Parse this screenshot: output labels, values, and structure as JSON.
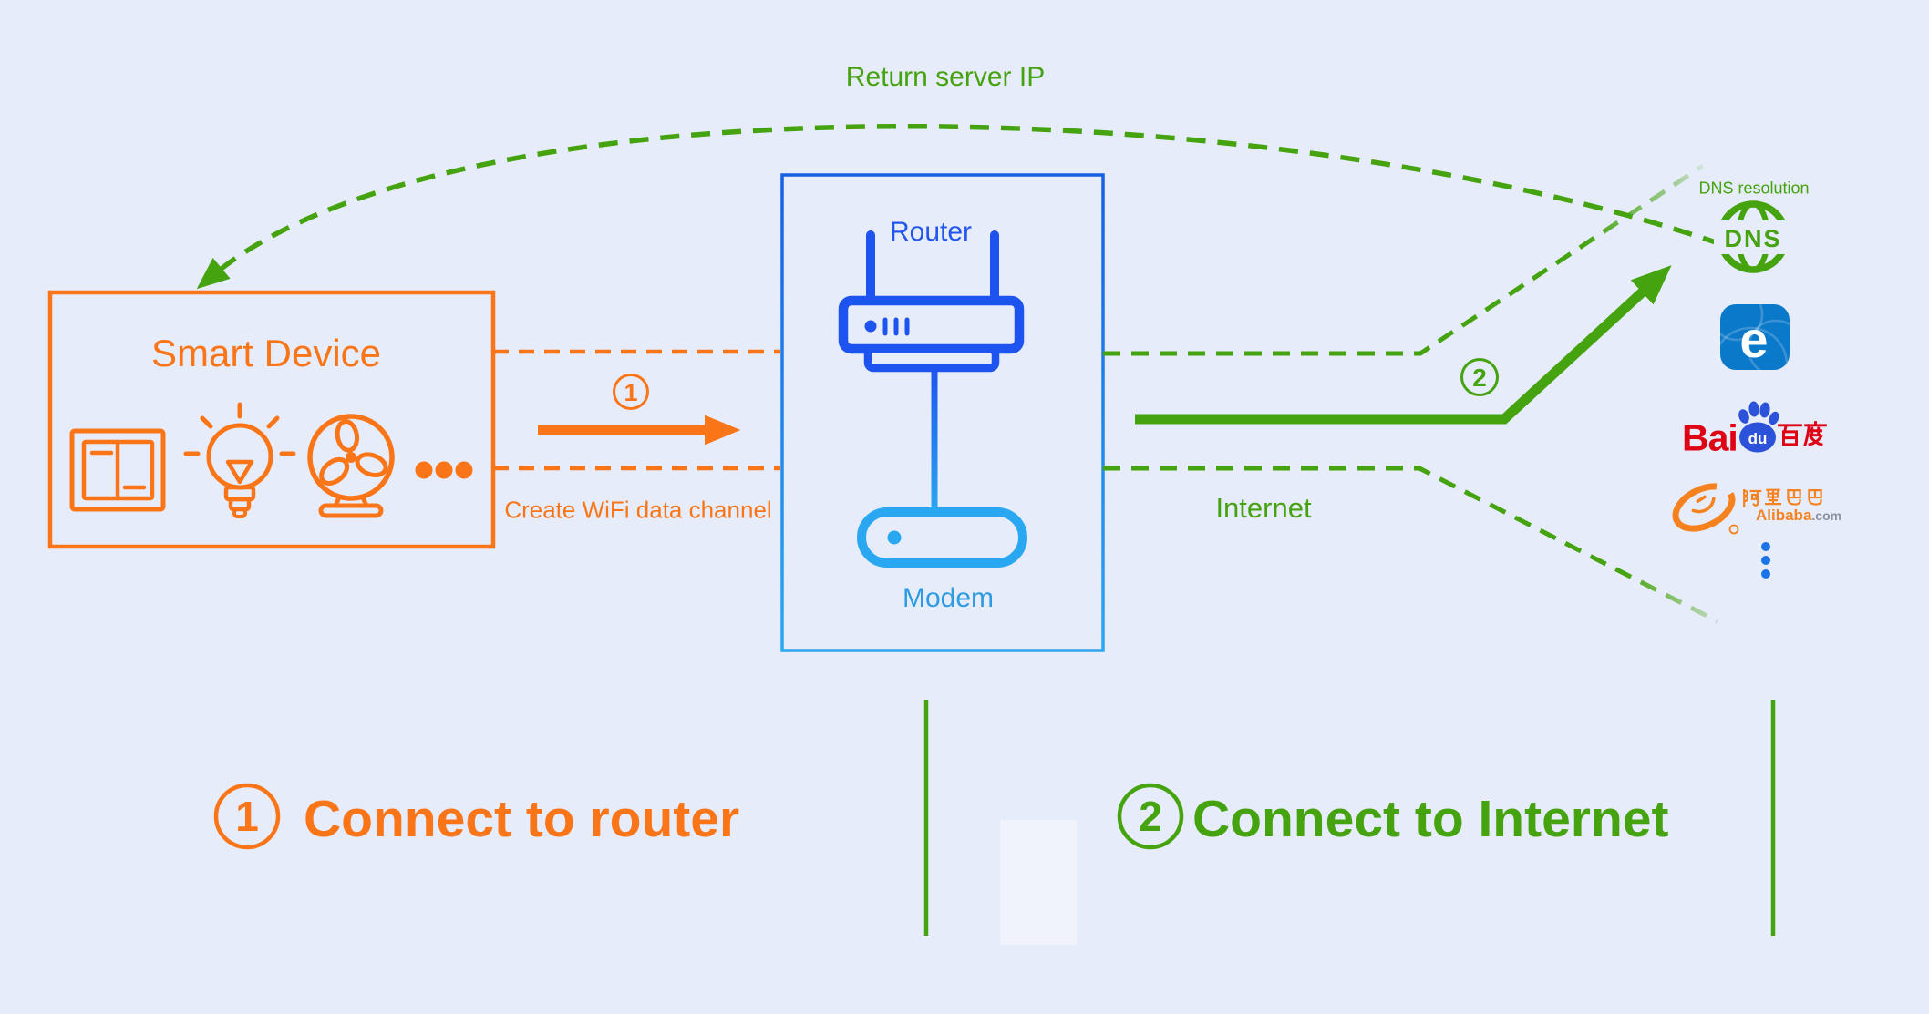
{
  "colors": {
    "background": "#E7ECFA",
    "orange": "#FA7517",
    "green": "#45A30F",
    "router_blue": "#1D53EE",
    "router_text_blue": "#2356EE",
    "box_gradient_top": "#1760E2",
    "modem_cyan": "#29A7F1",
    "modem_text": "#2D9BE2",
    "ewelink_blue": "#0B79C9",
    "baidu_red": "#DF0413",
    "baidu_paw_blue": "#2B52D9",
    "alibaba_orange": "#F5821F",
    "dots_blue": "#1B74E8",
    "domain_gray": "#8A92A0"
  },
  "arc": {
    "label": "Return server IP"
  },
  "device_box": {
    "title": "Smart Device",
    "icons": [
      "wall-switch",
      "light-bulb",
      "fan",
      "ellipsis"
    ]
  },
  "step1": {
    "number": "1",
    "channel_label": "Create WiFi data channel"
  },
  "router_box": {
    "router_label": "Router",
    "modem_label": "Modem"
  },
  "step2": {
    "number": "2",
    "internet_label": "Internet"
  },
  "dns": {
    "caption": "DNS resolution",
    "globe_text": "DNS"
  },
  "services": {
    "ewelink": {
      "letter": "e"
    },
    "baidu": {
      "latin": "Bai",
      "paw_text": "du",
      "cjk": "百度"
    },
    "alibaba": {
      "cjk": "阿里巴巴",
      "domain_name": "Alibaba",
      "domain_tld": ".com"
    }
  },
  "footer": {
    "step1": {
      "number": "1",
      "label": "Connect to router"
    },
    "step2": {
      "number": "2",
      "label": "Connect to Internet"
    }
  }
}
